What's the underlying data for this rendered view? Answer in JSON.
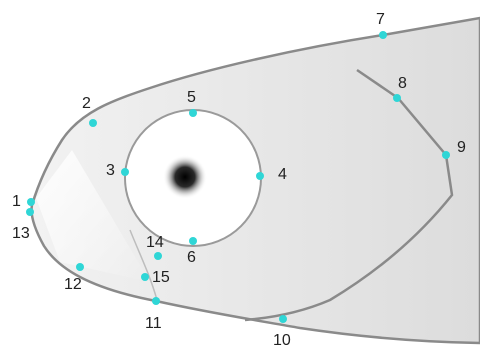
{
  "figure": {
    "subject": "fish head outline with numbered landmark points",
    "colors": {
      "body_fill": "#e6e6e6",
      "outline": "#8a8a8a",
      "landmark": "#2fd6d6",
      "label": "#222222",
      "eye_ring": "#ffffff"
    },
    "landmarks": [
      {
        "id": "1",
        "label": "1"
      },
      {
        "id": "2",
        "label": "2"
      },
      {
        "id": "3",
        "label": "3"
      },
      {
        "id": "4",
        "label": "4"
      },
      {
        "id": "5",
        "label": "5"
      },
      {
        "id": "6",
        "label": "6"
      },
      {
        "id": "7",
        "label": "7"
      },
      {
        "id": "8",
        "label": "8"
      },
      {
        "id": "9",
        "label": "9"
      },
      {
        "id": "10",
        "label": "10"
      },
      {
        "id": "11",
        "label": "11"
      },
      {
        "id": "12",
        "label": "12"
      },
      {
        "id": "13",
        "label": "13"
      },
      {
        "id": "14",
        "label": "14"
      },
      {
        "id": "15",
        "label": "15"
      }
    ]
  }
}
